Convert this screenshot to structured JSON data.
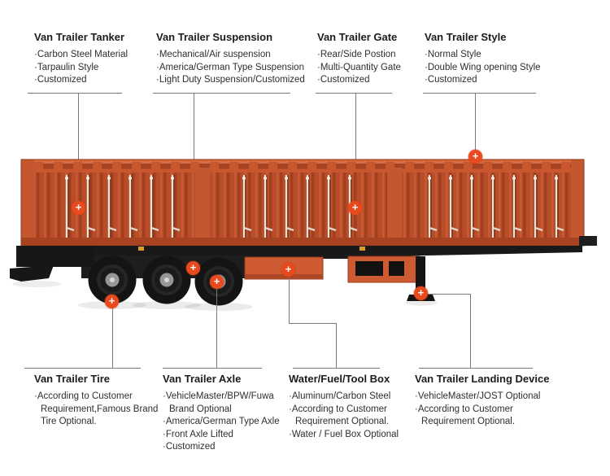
{
  "ui": {
    "marker_symbol": "+"
  },
  "colors": {
    "accent_orange": "#e8491d",
    "trailer_body": "#bb4e2b",
    "callout_line": "#7a7a7a",
    "heading_text": "#1c1c1c",
    "item_text": "#2e2e2e"
  },
  "top_sections": [
    {
      "heading": "Van Trailer Tanker",
      "items": [
        "Carbon Steel Material",
        "Tarpaulin Style",
        "Customized"
      ]
    },
    {
      "heading": "Van Trailer Suspension",
      "items": [
        "Mechanical/Air suspension",
        "America/German Type Suspension",
        "Light Duty Suspension/Customized"
      ]
    },
    {
      "heading": "Van Trailer Gate",
      "items": [
        "Rear/Side Postion",
        "Multi-Quantity Gate",
        "Customized"
      ]
    },
    {
      "heading": "Van Trailer Style",
      "items": [
        "Normal Style",
        "Double Wing opening Style",
        "Customized"
      ]
    }
  ],
  "bottom_sections": [
    {
      "heading": "Van Trailer Tire",
      "items": [
        "According to Customer Requirement,Famous Brand Tire Optional."
      ]
    },
    {
      "heading": "Van Trailer Axle",
      "items": [
        "VehicleMaster/BPW/Fuwa Brand Optional",
        "America/German Type Axle",
        "Front Axle Lifted",
        "Customized"
      ]
    },
    {
      "heading": "Water/Fuel/Tool Box",
      "items": [
        "Aluminum/Carbon Steel",
        "According to Customer Requirement Optional.",
        "Water / Fuel Box Optional"
      ]
    },
    {
      "heading": "Van Trailer Landing Device",
      "items": [
        "VehicleMaster/JOST Optional",
        "According to Customer Requirement Optional."
      ]
    }
  ]
}
